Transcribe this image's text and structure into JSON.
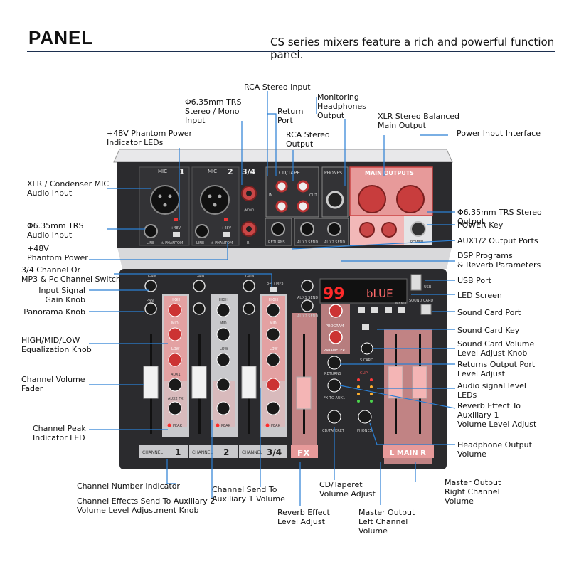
{
  "header": {
    "title": "PANEL",
    "subtitle": "CS series mixers feature a rich and powerful function panel."
  },
  "panel_text": {
    "mic": "MIC",
    "ch1_num": "1",
    "ch2_num": "2",
    "ch34_num": "3/4",
    "cd_tape": "CD/TAPE",
    "in": "IN",
    "out": "OUT",
    "phones": "PHONES",
    "main_outputs": "MAIN OUTPUTS",
    "line": "LINE",
    "phantom": "⚠ PHANTOM",
    "returns": "RETURNS",
    "aux1_send": "AUX1 SEND",
    "aux2_send": "AUX2 SEND",
    "power": "POWER",
    "plus48v": "+48V",
    "l_mono": "L/MONO",
    "r": "R",
    "gain": "GAIN",
    "pan": "PAN",
    "high": "HIGH",
    "mid": "MID",
    "low": "LOW",
    "aux1": "AUX1",
    "aux2_fx": "AUX2 FX",
    "peak": "PEAK",
    "mp3_switch": "3-4 / MP3",
    "aux1_send_knob": "AUX1 SEND",
    "aux2_send_knob": "AUX2 SEND",
    "program": "PROGRAM",
    "parameter": "PARAMETER",
    "fx_to_aux1": "FX TO AUX1",
    "sound_card": "SOUND CARD",
    "menu": "MENU",
    "s_card": "S CARD",
    "returns_knob": "RETURNS",
    "cd_taperet": "CD/TAPERET",
    "phones_knob": "PHONES",
    "clip": "CLIP",
    "channel": "CHANNEL",
    "fx": "FX",
    "main": "L MAIN R",
    "led_number": "99",
    "led_text": "bLUE",
    "usb": "USB"
  },
  "callouts": {
    "rca_stereo_input": "RCA Stereo Input",
    "monitoring_headphones": "Monitoring\nHeadphones\nOutput",
    "trs_stereo_mono": "Φ6.35mm TRS\nStereo / Mono\nInput",
    "return_port": "Return\nPort",
    "xlr_main_output": "XLR Stereo Balanced\nMain Output",
    "power_input": "Power Input Interface",
    "phantom_leds": "+48V Phantom Power\nIndicator LEDs",
    "rca_stereo_output": "RCA Stereo\nOutput",
    "xlr_mic_input": "XLR / Condenser MIC\nAudio Input",
    "trs_stereo_output": "Φ6.35mm TRS Stereo Output",
    "trs_audio_input": "Φ6.35mm TRS\nAudio Input",
    "power_key": "POWER Key",
    "phantom_power": "+48V\nPhantom Power",
    "aux_output_ports": "AUX1/2 Output Ports",
    "dsp_programs": "DSP Programs\n& Reverb Parameters",
    "mp3_pc_switch": "3/4 Channel Or\nMP3 & Pc Channel Switch",
    "usb_port": "USB Port",
    "input_gain": "Input Signal\nGain Knob",
    "led_screen": "LED Screen",
    "panorama_knob": "Panorama Knob",
    "sound_card_port": "Sound Card Port",
    "sound_card_key": "Sound Card Key",
    "eq_knob": "HIGH/MID/LOW\nEqualization Knob",
    "sound_card_volume": "Sound Card Volume\nLevel Adjust Knob",
    "returns_output_level": "Returns Output Port\nLevel Adjust",
    "channel_fader": "Channel Volume\nFader",
    "signal_leds": "Audio signal level\nLEDs",
    "reverb_aux1": "Reverb Effect To\nAuxiliary 1\nVolume Level Adjust",
    "peak_led": "Channel Peak\nIndicator LED",
    "headphone_volume": "Headphone Output\nVolume",
    "channel_number": "Channel Number Indicator",
    "send_aux1": "Channel Send To\nAuxiliary 1 Volume",
    "effects_aux2": "Channel Effects Send To Auxiliary 2\nVolume Level Adjustment Knob",
    "cd_taperet_volume": "CD/Taperet\nVolume Adjust",
    "master_right": "Master Output\nRight Channel\nVolume",
    "reverb_level": "Reverb Effect\nLevel Adjust",
    "master_left": "Master Output\nLeft Channel\nVolume"
  },
  "colors": {
    "leader": "#2a7fd4",
    "panel_dark": "#2b2b2e",
    "panel_mid": "#3a3a3d",
    "strip_grey": "#c9c9cc",
    "accent_red": "#d8444a",
    "pink_highlight": "#e79a9a",
    "led_red": "#ff2a2a"
  }
}
